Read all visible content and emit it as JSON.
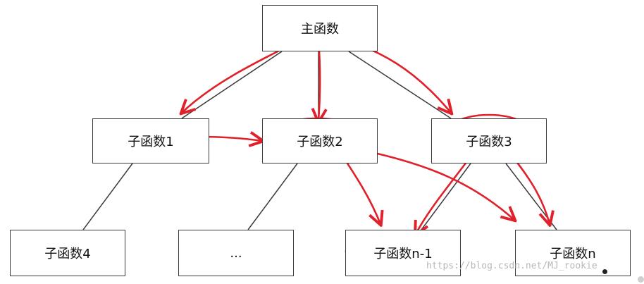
{
  "diagram": {
    "root": "主函数",
    "level1": [
      "子函数1",
      "子函数2",
      "子函数3"
    ],
    "level2": [
      "子函数4",
      "...",
      "子函数n-1",
      "子函数n"
    ]
  },
  "watermark": "https://blog.csdn.net/MJ_rookie",
  "colors": {
    "box_border": "#3a3a3a",
    "tree_line": "#3a3a3a",
    "annotation": "#e0202a",
    "watermark": "#b8b8b8"
  }
}
